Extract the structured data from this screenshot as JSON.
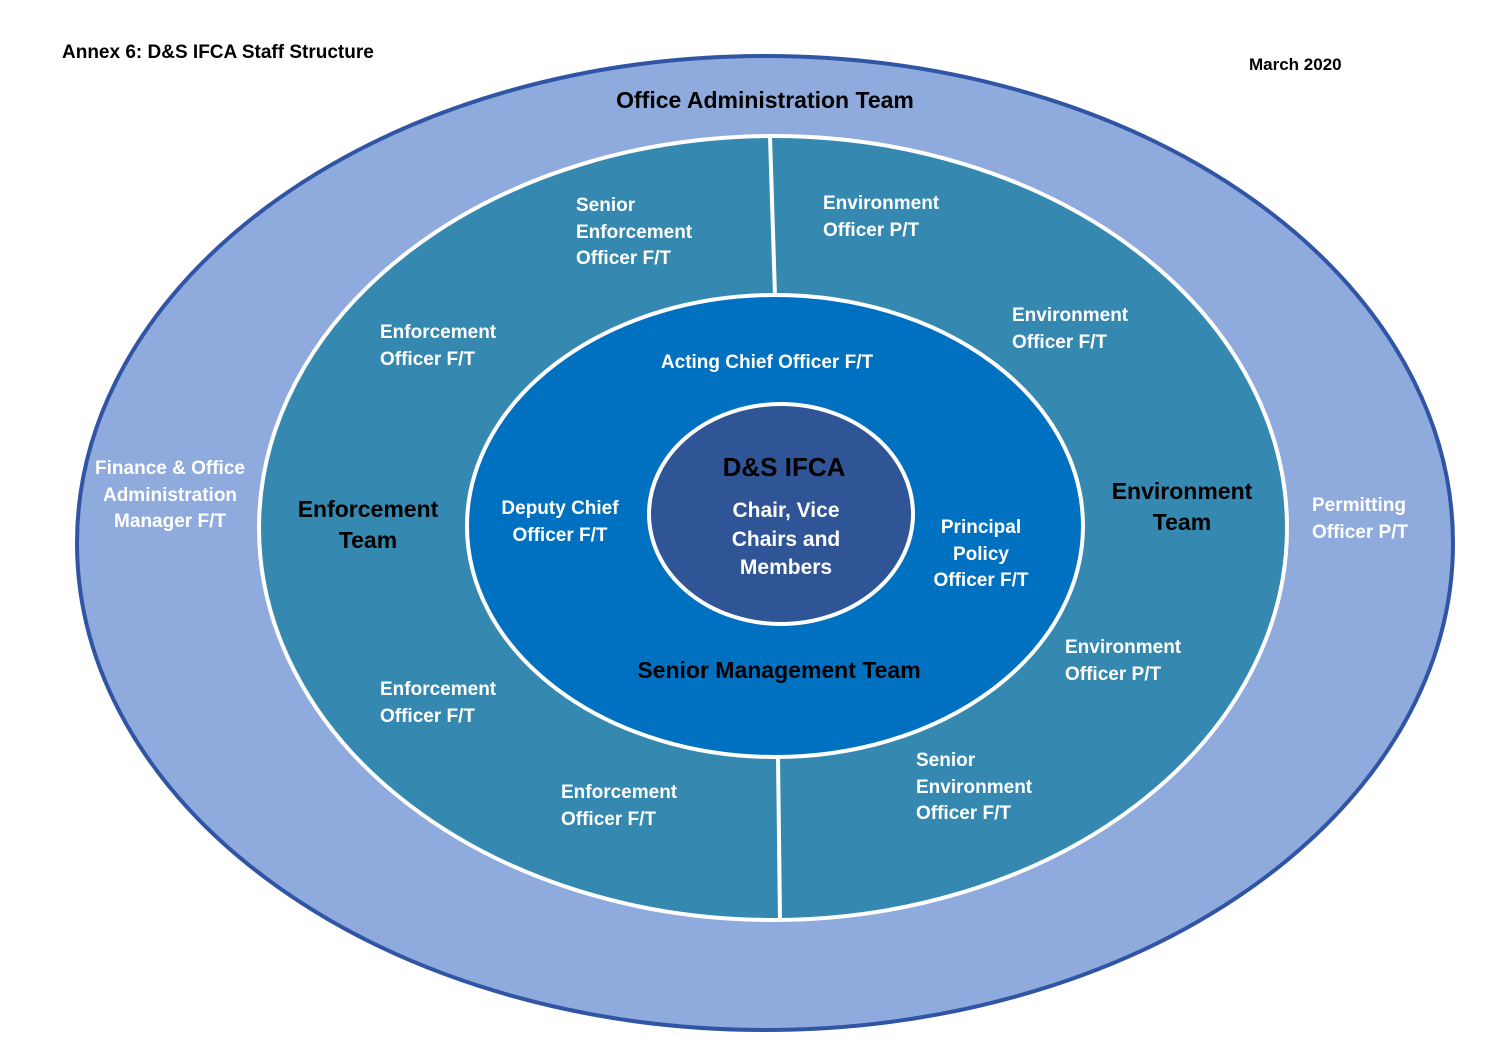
{
  "header": {
    "title": "Annex 6: D&S IFCA Staff Structure",
    "date": "March 2020"
  },
  "colors": {
    "outer_ring": "#8faadc",
    "outer_border": "#2f55a4",
    "middle_ring": "#3589b0",
    "inner_ring": "#0070c0",
    "core": "#2f5597",
    "divider": "#ffffff"
  },
  "rings": {
    "outer": {
      "team_label": "Office Administration Team",
      "members": [
        "Finance & Office Administration Manager F/T",
        "Permitting Officer P/T"
      ]
    },
    "middle": {
      "enforcement_team": "Enforcement Team",
      "environment_team": "Environment Team",
      "enforcement_members": [
        "Senior Enforcement Officer F/T",
        "Enforcement Officer F/T",
        "Enforcement Officer F/T",
        "Enforcement Officer F/T"
      ],
      "environment_members": [
        "Environment Officer P/T",
        "Environment Officer F/T",
        "Environment Officer P/T",
        "Senior Environment Officer F/T"
      ]
    },
    "inner": {
      "team_label": "Senior Management Team",
      "members": [
        "Acting Chief Officer F/T",
        "Deputy Chief Officer F/T",
        "Principal Policy Officer F/T"
      ]
    },
    "core": {
      "title": "D&S IFCA",
      "text": "Chair, Vice Chairs and Members"
    }
  }
}
